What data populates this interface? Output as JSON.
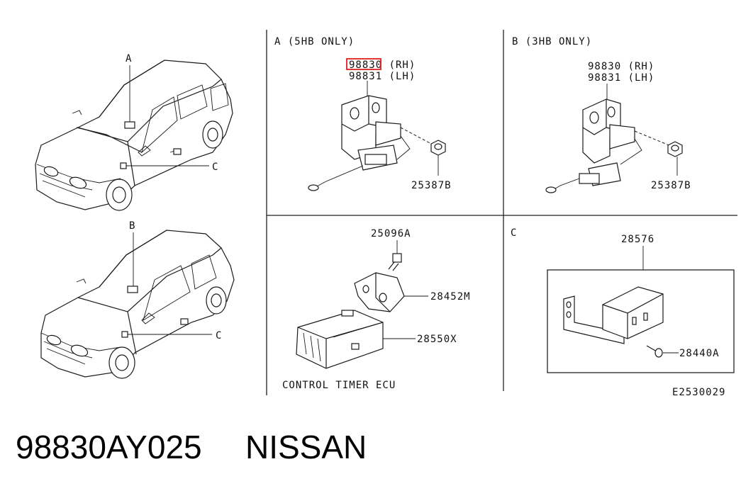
{
  "colors": {
    "highlight": "#e0201e",
    "ink": "#1a1a1a",
    "background": "#ffffff"
  },
  "footer": {
    "part_number": "98830AY025",
    "brand": "NISSAN"
  },
  "diagram": {
    "figure_code": "E2530029",
    "cars": {
      "top_callouts": {
        "a": "A",
        "c": "C"
      },
      "bottom_callouts": {
        "b": "B",
        "c": "C"
      }
    },
    "panel_a": {
      "title": "A (5HB ONLY)",
      "part_rh": "98830 (RH)",
      "part_lh": "98831 (LH)",
      "nut": "25387B"
    },
    "panel_b": {
      "title": "B (3HB ONLY)",
      "part_rh": "98830 (RH)",
      "part_lh": "98831 (LH)",
      "nut": "25387B"
    },
    "panel_ecu": {
      "bolt": "25096A",
      "bracket": "28452M",
      "ecu": "28550X",
      "caption": "CONTROL TIMER ECU"
    },
    "panel_c": {
      "title": "C",
      "relay": "28576",
      "screw": "28440A"
    }
  }
}
